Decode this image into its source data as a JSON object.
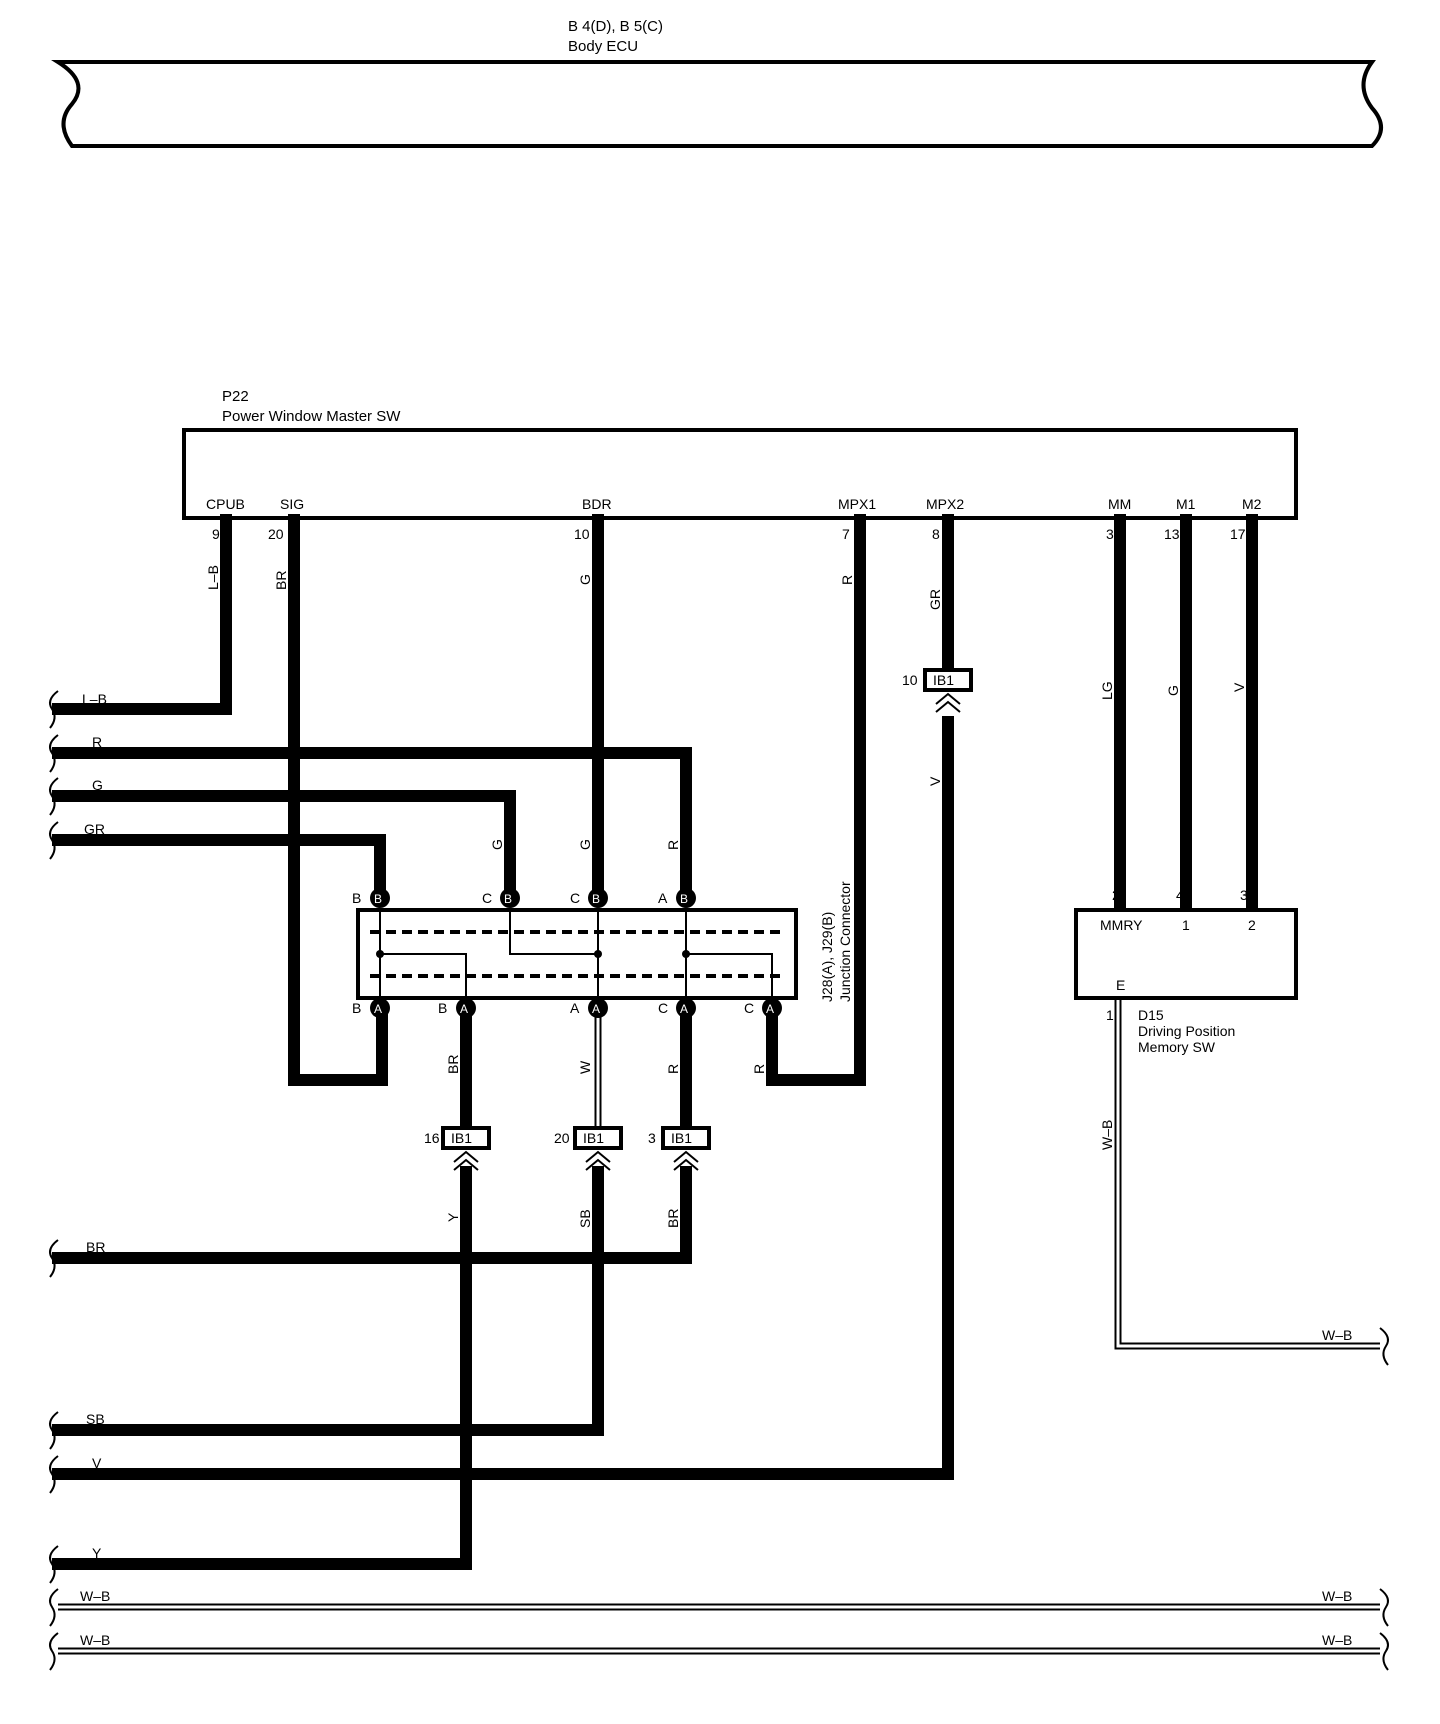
{
  "body_ecu": {
    "connectors": "B 4(D), B 5(C)",
    "name": "Body ECU"
  },
  "master_sw": {
    "code": "P22",
    "name": "Power Window Master SW",
    "terminals": [
      {
        "label": "CPUB",
        "pin": "9",
        "wire": "L–B"
      },
      {
        "label": "SIG",
        "pin": "20",
        "wire": "BR"
      },
      {
        "label": "BDR",
        "pin": "10",
        "wire": "G"
      },
      {
        "label": "MPX1",
        "pin": "7",
        "wire": "R"
      },
      {
        "label": "MPX2",
        "pin": "8",
        "wire": "GR"
      },
      {
        "label": "MM",
        "pin": "3",
        "wire": "LG"
      },
      {
        "label": "M1",
        "pin": "13",
        "wire": "G"
      },
      {
        "label": "M2",
        "pin": "17",
        "wire": "V"
      }
    ]
  },
  "junction": {
    "name_line1": "J28(A), J29(B)",
    "name_line2": "Junction Connector",
    "top_pins": [
      {
        "letter": "B",
        "conn": "B",
        "wire": ""
      },
      {
        "letter": "C",
        "conn": "B",
        "wire": "G"
      },
      {
        "letter": "C",
        "conn": "B",
        "wire": "G"
      },
      {
        "letter": "A",
        "conn": "B",
        "wire": "R"
      }
    ],
    "bottom_pins": [
      {
        "letter": "B",
        "conn": "A",
        "wire": ""
      },
      {
        "letter": "B",
        "conn": "A",
        "wire": "BR"
      },
      {
        "letter": "A",
        "conn": "A",
        "wire": "W"
      },
      {
        "letter": "C",
        "conn": "A",
        "wire": "R"
      },
      {
        "letter": "C",
        "conn": "A",
        "wire": "R"
      }
    ]
  },
  "ib1_connectors": [
    {
      "pin": "10",
      "label": "IB1",
      "wire_below": "V"
    },
    {
      "pin": "16",
      "label": "IB1",
      "wire_below": "Y"
    },
    {
      "pin": "20",
      "label": "IB1",
      "wire_below": "SB"
    },
    {
      "pin": "3",
      "label": "IB1",
      "wire_below": "BR"
    }
  ],
  "memory_sw": {
    "code": "D15",
    "name_line1": "Driving Position",
    "name_line2": "Memory SW",
    "terminals": [
      {
        "label": "MMRY",
        "pin": "2"
      },
      {
        "label": "1",
        "pin": "4"
      },
      {
        "label": "2",
        "pin": "3"
      }
    ],
    "ground": {
      "label": "E",
      "pin": "1",
      "wire": "W–B"
    }
  },
  "left_wires": [
    "L–B",
    "R",
    "G",
    "GR",
    "BR",
    "SB",
    "V",
    "Y",
    "W–B",
    "W–B"
  ],
  "right_wires": [
    "W–B",
    "W–B",
    "W–B"
  ]
}
